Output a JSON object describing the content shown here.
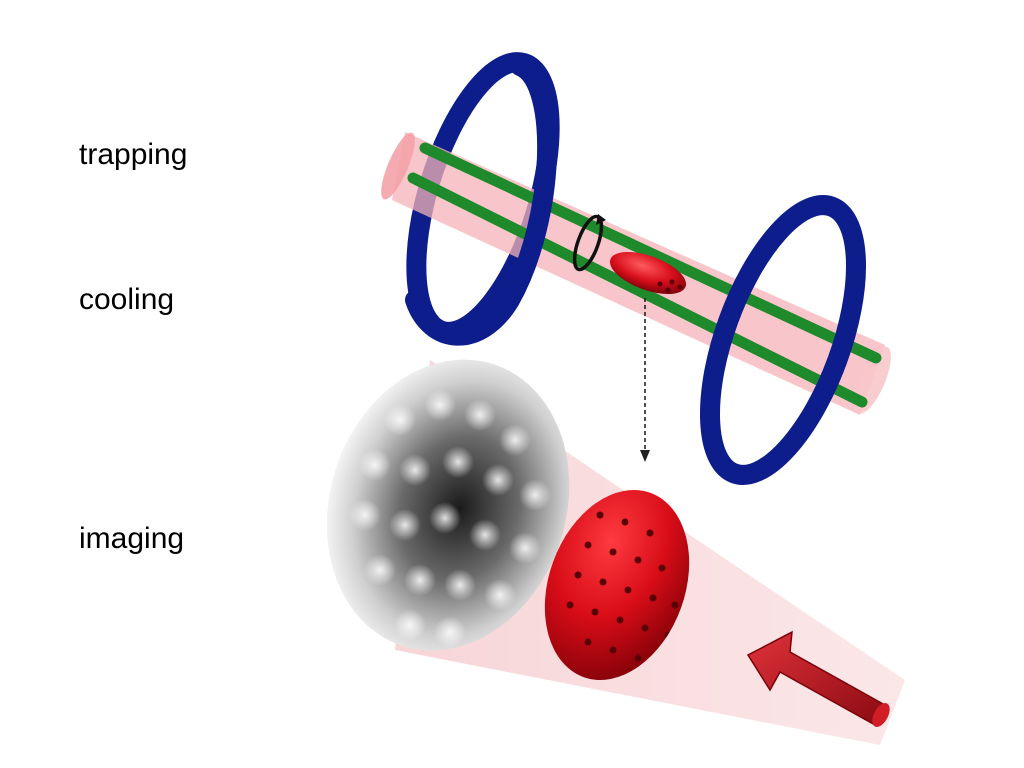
{
  "labels": {
    "trapping": "trapping",
    "cooling": "cooling",
    "imaging": "imaging"
  },
  "colors": {
    "coil": "#0d1d8c",
    "rod": "#1f8a2b",
    "beam": "#f6b3b8",
    "atom_cloud": "#d8101c",
    "probe_arrow": "#c8111d",
    "image_shadow": "#1c1c1c"
  },
  "icons": {
    "rotation": "rotation-arrow-icon",
    "probe": "probe-arrow-icon"
  }
}
